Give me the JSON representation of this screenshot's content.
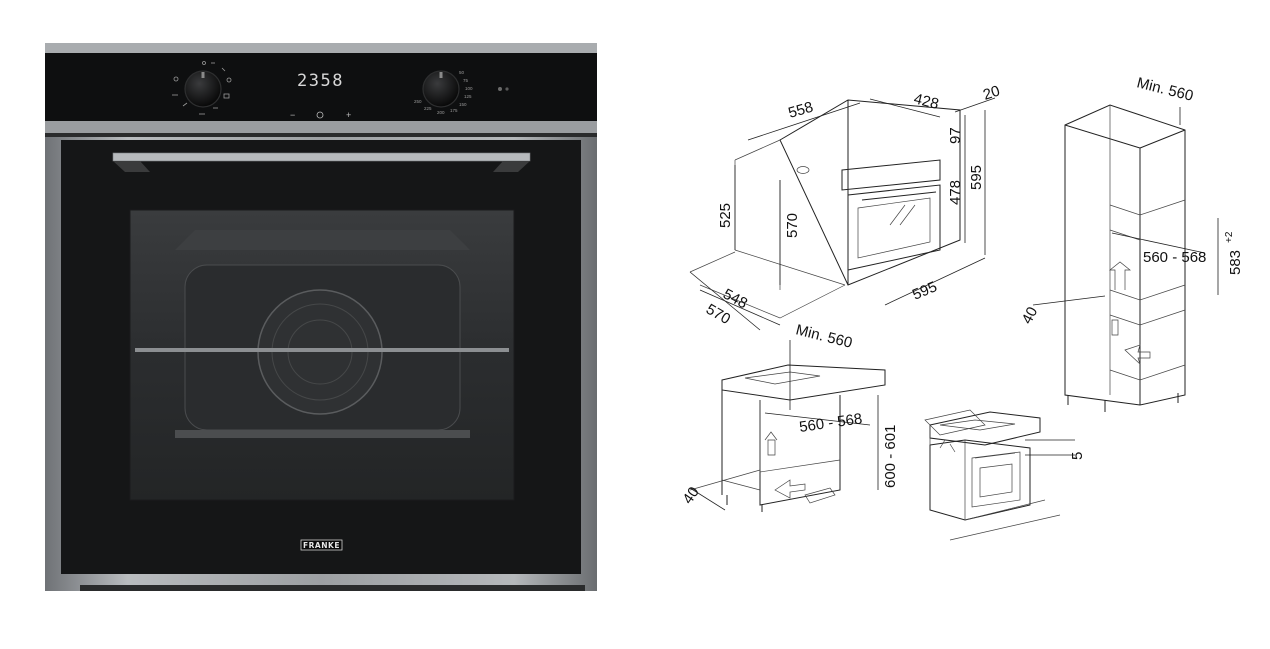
{
  "oven": {
    "clock_display": "2358",
    "brand": "FRANKE",
    "minus_label": "−",
    "plus_label": "+",
    "temp_scale": [
      "50",
      "75",
      "100",
      "125",
      "150",
      "175",
      "200",
      "225",
      "250"
    ]
  },
  "dimensions": {
    "d_558": "558",
    "d_428": "428",
    "d_20": "20",
    "d_97": "97",
    "d_478": "478",
    "d_595_h": "595",
    "d_595_w": "595",
    "d_525": "525",
    "d_570_v": "570",
    "d_548": "548",
    "d_570_d": "570",
    "col_min": "Min. 560",
    "col_width": "560 - 568",
    "col_height": "583",
    "col_height_tol": "+2",
    "col_40": "40",
    "base_min": "Min. 560",
    "base_width": "560 - 568",
    "base_height": "600 - 601",
    "base_40": "40",
    "hob_5": "5"
  },
  "colors": {
    "oven_frame": "#8a8d90",
    "oven_glass": "#151617",
    "panel": "#0e0f10",
    "display": "#d8d8d8"
  }
}
